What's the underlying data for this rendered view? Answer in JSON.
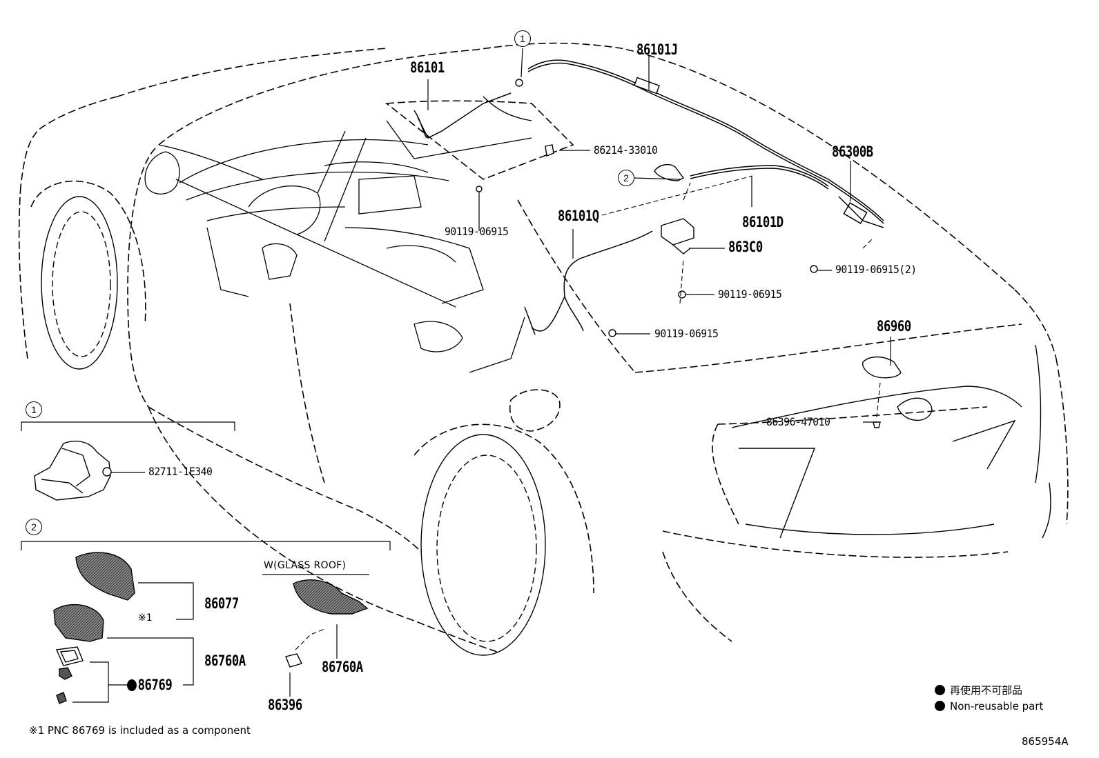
{
  "callouts": {
    "c1": "1",
    "c2": "2",
    "inset1_marker": "1",
    "inset2_marker": "2"
  },
  "labels": {
    "p86101J": "86101J",
    "p86101": "86101",
    "p86214": "86214-33010",
    "p86300B": "86300B",
    "p86101D": "86101D",
    "p86101Q": "86101Q",
    "p90119_a": "90119-06915",
    "p863C0": "863C0",
    "p90119_2": "90119-06915(2)",
    "p90119_b": "90119-06915",
    "p90119_c": "90119-06915",
    "p86960": "86960",
    "p86396_47010": "86396-47010",
    "p82711": "82711-1E340",
    "p86077": "86077",
    "note_ref": "※1",
    "p86760A_left": "86760A",
    "p86769": "86769",
    "glass_roof": "W(GLASS ROOF)",
    "p86760A_right": "86760A",
    "p86396": "86396"
  },
  "legend": {
    "jp": "再使用不可部品",
    "en": "Non-reusable part"
  },
  "footnote": "※1 PNC 86769 is included as a component",
  "diagram_id": "865954A"
}
